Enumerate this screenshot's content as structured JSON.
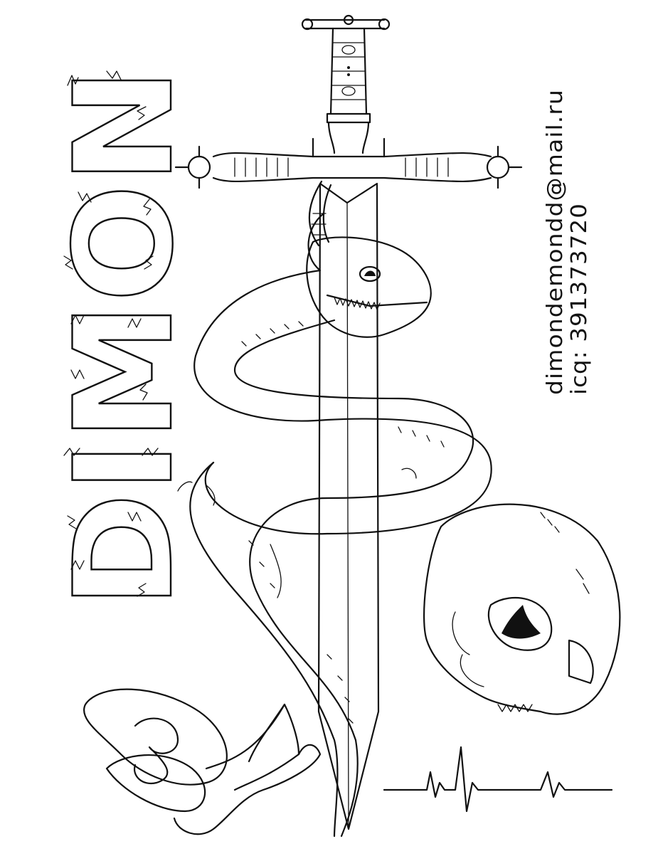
{
  "artwork": {
    "title_word": "DIMON",
    "email": "dimondemondd@mail.ru",
    "icq": "icq: 391373720",
    "ink_color": "#111111",
    "paper_color": "#ffffff",
    "rotation": "page rotated 90 degrees counter-clockwise (landscape drawing)"
  }
}
